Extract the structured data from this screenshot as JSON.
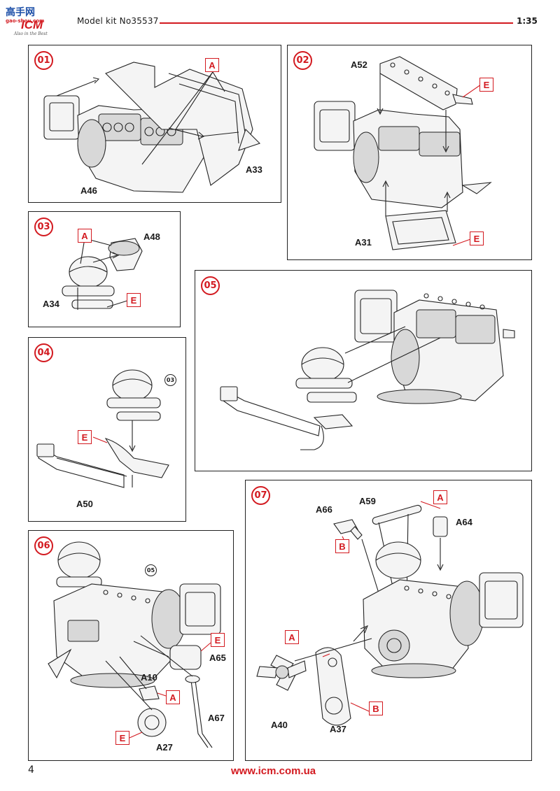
{
  "header": {
    "logo_cn": "高手网",
    "logo_brand": "ICM",
    "logo_site": "gao-shou.com",
    "logo_tagline": "Also in the Best",
    "kit_title": "Model kit No35537",
    "scale": "1:35"
  },
  "colors": {
    "accent": "#d31a20",
    "line": "#222222"
  },
  "steps": [
    {
      "number": "01",
      "tags": [
        "A"
      ],
      "parts": [
        "A46",
        "A33"
      ]
    },
    {
      "number": "02",
      "tags": [
        "E",
        "E"
      ],
      "parts": [
        "A52",
        "A31"
      ]
    },
    {
      "number": "03",
      "tags": [
        "A",
        "E"
      ],
      "parts": [
        "A48",
        "A34"
      ]
    },
    {
      "number": "04",
      "tags": [
        "E"
      ],
      "parts": [
        "A50"
      ],
      "ref": "03"
    },
    {
      "number": "05",
      "tags": [],
      "parts": []
    },
    {
      "number": "06",
      "tags": [
        "E",
        "A",
        "E"
      ],
      "parts": [
        "A65",
        "A10",
        "A67",
        "A27"
      ],
      "ref": "05"
    },
    {
      "number": "07",
      "tags": [
        "A",
        "B",
        "A",
        "B"
      ],
      "parts": [
        "A66",
        "A59",
        "A64",
        "A40",
        "A37"
      ]
    }
  ],
  "footer": {
    "page_number": "4",
    "website": "www.icm.com.ua"
  }
}
